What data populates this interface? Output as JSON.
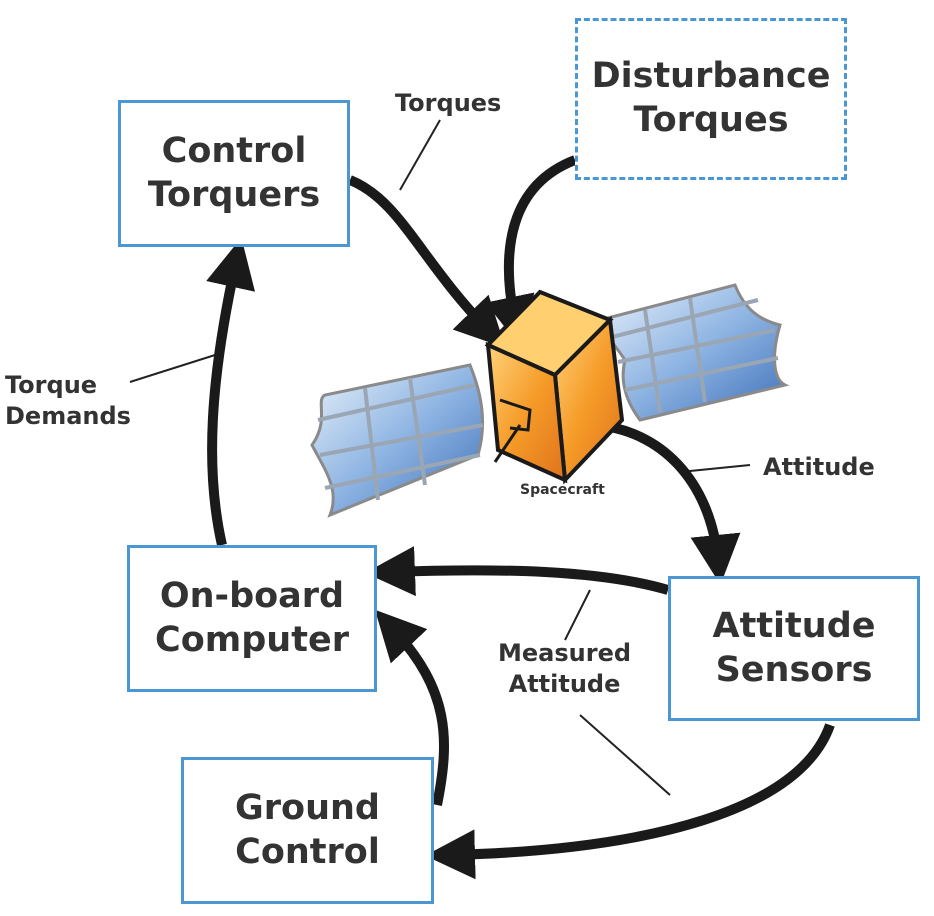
{
  "nodes": {
    "control_torquers": "Control\nTorquers",
    "disturbance_torques": "Disturbance\nTorques",
    "onboard_computer": "On-board\nComputer",
    "attitude_sensors": "Attitude\nSensors",
    "ground_control": "Ground\nControl",
    "spacecraft": "Spacecraft"
  },
  "edge_labels": {
    "torques": "Torques",
    "torque_demands": "Torque\nDemands",
    "attitude": "Attitude",
    "measured_attitude": "Measured\nAttitude"
  },
  "colors": {
    "box_border": "#4a97d4",
    "arrow": "#1a1a1a",
    "spacecraft_body": "#f49a22",
    "solar_panel": "#5a8fd0"
  }
}
